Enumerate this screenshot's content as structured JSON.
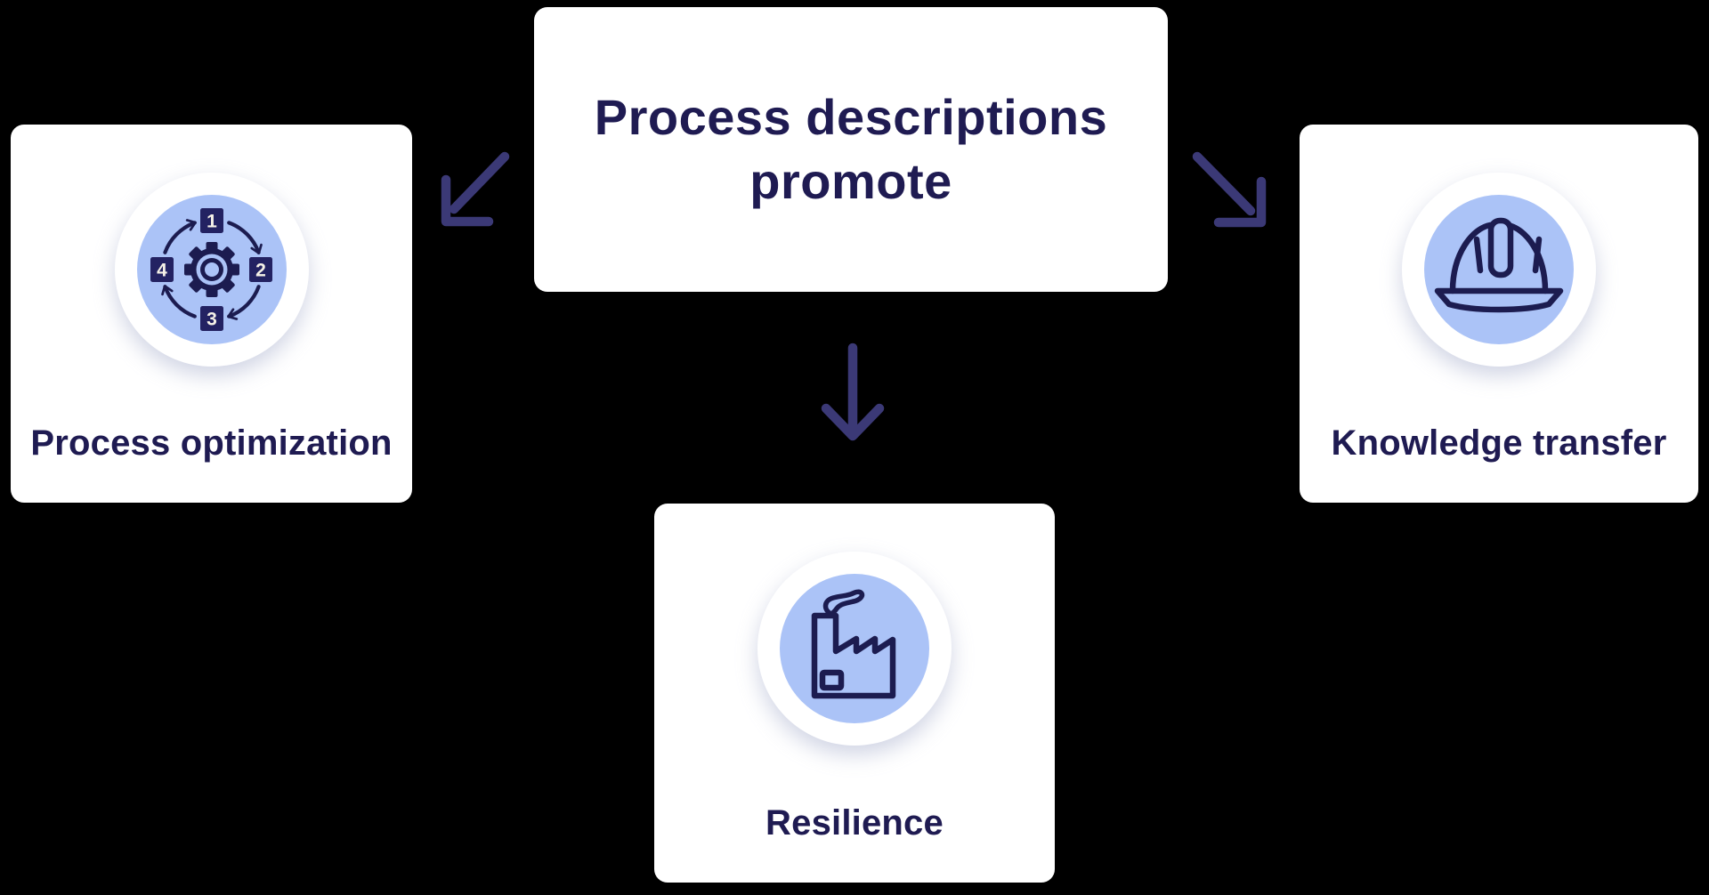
{
  "background_color": "#000000",
  "palette": {
    "card_bg": "#ffffff",
    "text_navy": "#1f1b52",
    "icon_stroke_navy": "#1c1c50",
    "badge_bg": "#232262",
    "badge_text": "#f6f2e7",
    "icon_circle_blue": "#abc3f7",
    "arrow_indigo": "#3b3976"
  },
  "center_card": {
    "title": "Process descriptions promote"
  },
  "cards": [
    {
      "label": "Process optimization",
      "icon": "process-cycle-icon"
    },
    {
      "label": "Knowledge transfer",
      "icon": "hard-hat-icon"
    },
    {
      "label": "Resilience",
      "icon": "factory-icon"
    }
  ],
  "cycle_steps": [
    "1",
    "2",
    "3",
    "4"
  ],
  "arrows": [
    "down-left",
    "down-right",
    "down"
  ]
}
